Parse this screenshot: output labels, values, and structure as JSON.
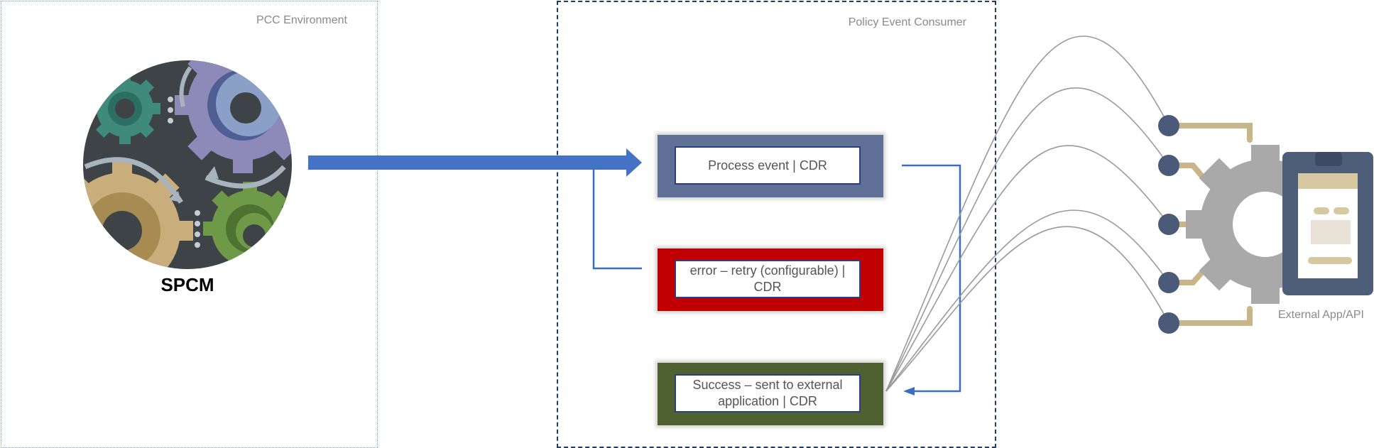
{
  "environments": {
    "pcc": {
      "label": "PCC Environment"
    },
    "policy_event_consumer": {
      "label": "Policy Event Consumer"
    }
  },
  "actors": {
    "spcm": {
      "label": "SPCM",
      "icon": "gears-icon"
    },
    "external": {
      "label": "External App/API",
      "icon": "external-app-icon"
    }
  },
  "states": {
    "process": {
      "label": "Process event | CDR",
      "color": "#5f6f96"
    },
    "error": {
      "label": "error – retry (configurable) | CDR",
      "color": "#c00000"
    },
    "success": {
      "label": "Success – sent to external application | CDR",
      "color": "#4f6130"
    }
  },
  "colors": {
    "flow_arrow": "#4472c4",
    "connector": "#3b6ec0",
    "fan_lines": "#9a9a9a",
    "port_node": "#4a5a78",
    "port_bracket": "#c8b68a"
  }
}
